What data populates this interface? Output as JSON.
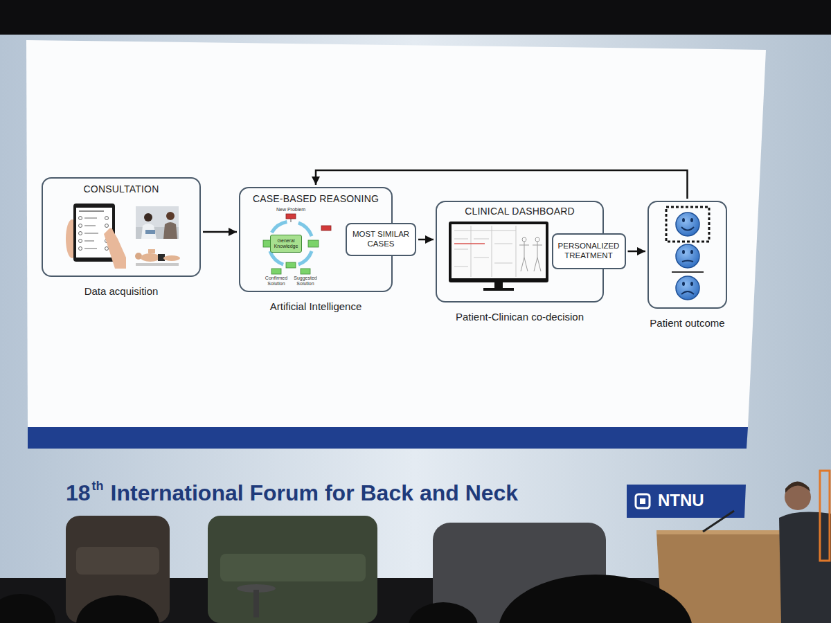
{
  "diagram": {
    "nodes": [
      {
        "text": [
          "CONSULTATION",
          "Data acquisition"
        ]
      },
      {
        "text": [
          "CASE-BASED REASONING",
          "Artificial Intelligence"
        ]
      },
      {
        "text": [
          "General Knowledge"
        ],
        "in": 1
      },
      {
        "text": [
          "MOST SIMILAR CASES"
        ]
      },
      {
        "text": [
          "CLINICAL DASHBOARD",
          "Patient-Clinican co-decision"
        ]
      },
      {
        "text": [
          "PERSONALIZED TREATMENT"
        ]
      },
      {
        "text": [
          "Patient outcome"
        ]
      }
    ],
    "edges": [
      {
        "from": 0,
        "to": 1,
        "arrow": "to"
      },
      {
        "from": 3,
        "to": 4,
        "arrow": "to"
      },
      {
        "from": 5,
        "to": 6,
        "arrow": "to"
      },
      {
        "from": 6,
        "to": 1,
        "arrow": "to"
      }
    ],
    "labels": [
      "18",
      "th",
      "International Forum for Back and Neck",
      "NTNU",
      "New Problem",
      "Confirmed Solution",
      "Suggested Solution"
    ]
  }
}
